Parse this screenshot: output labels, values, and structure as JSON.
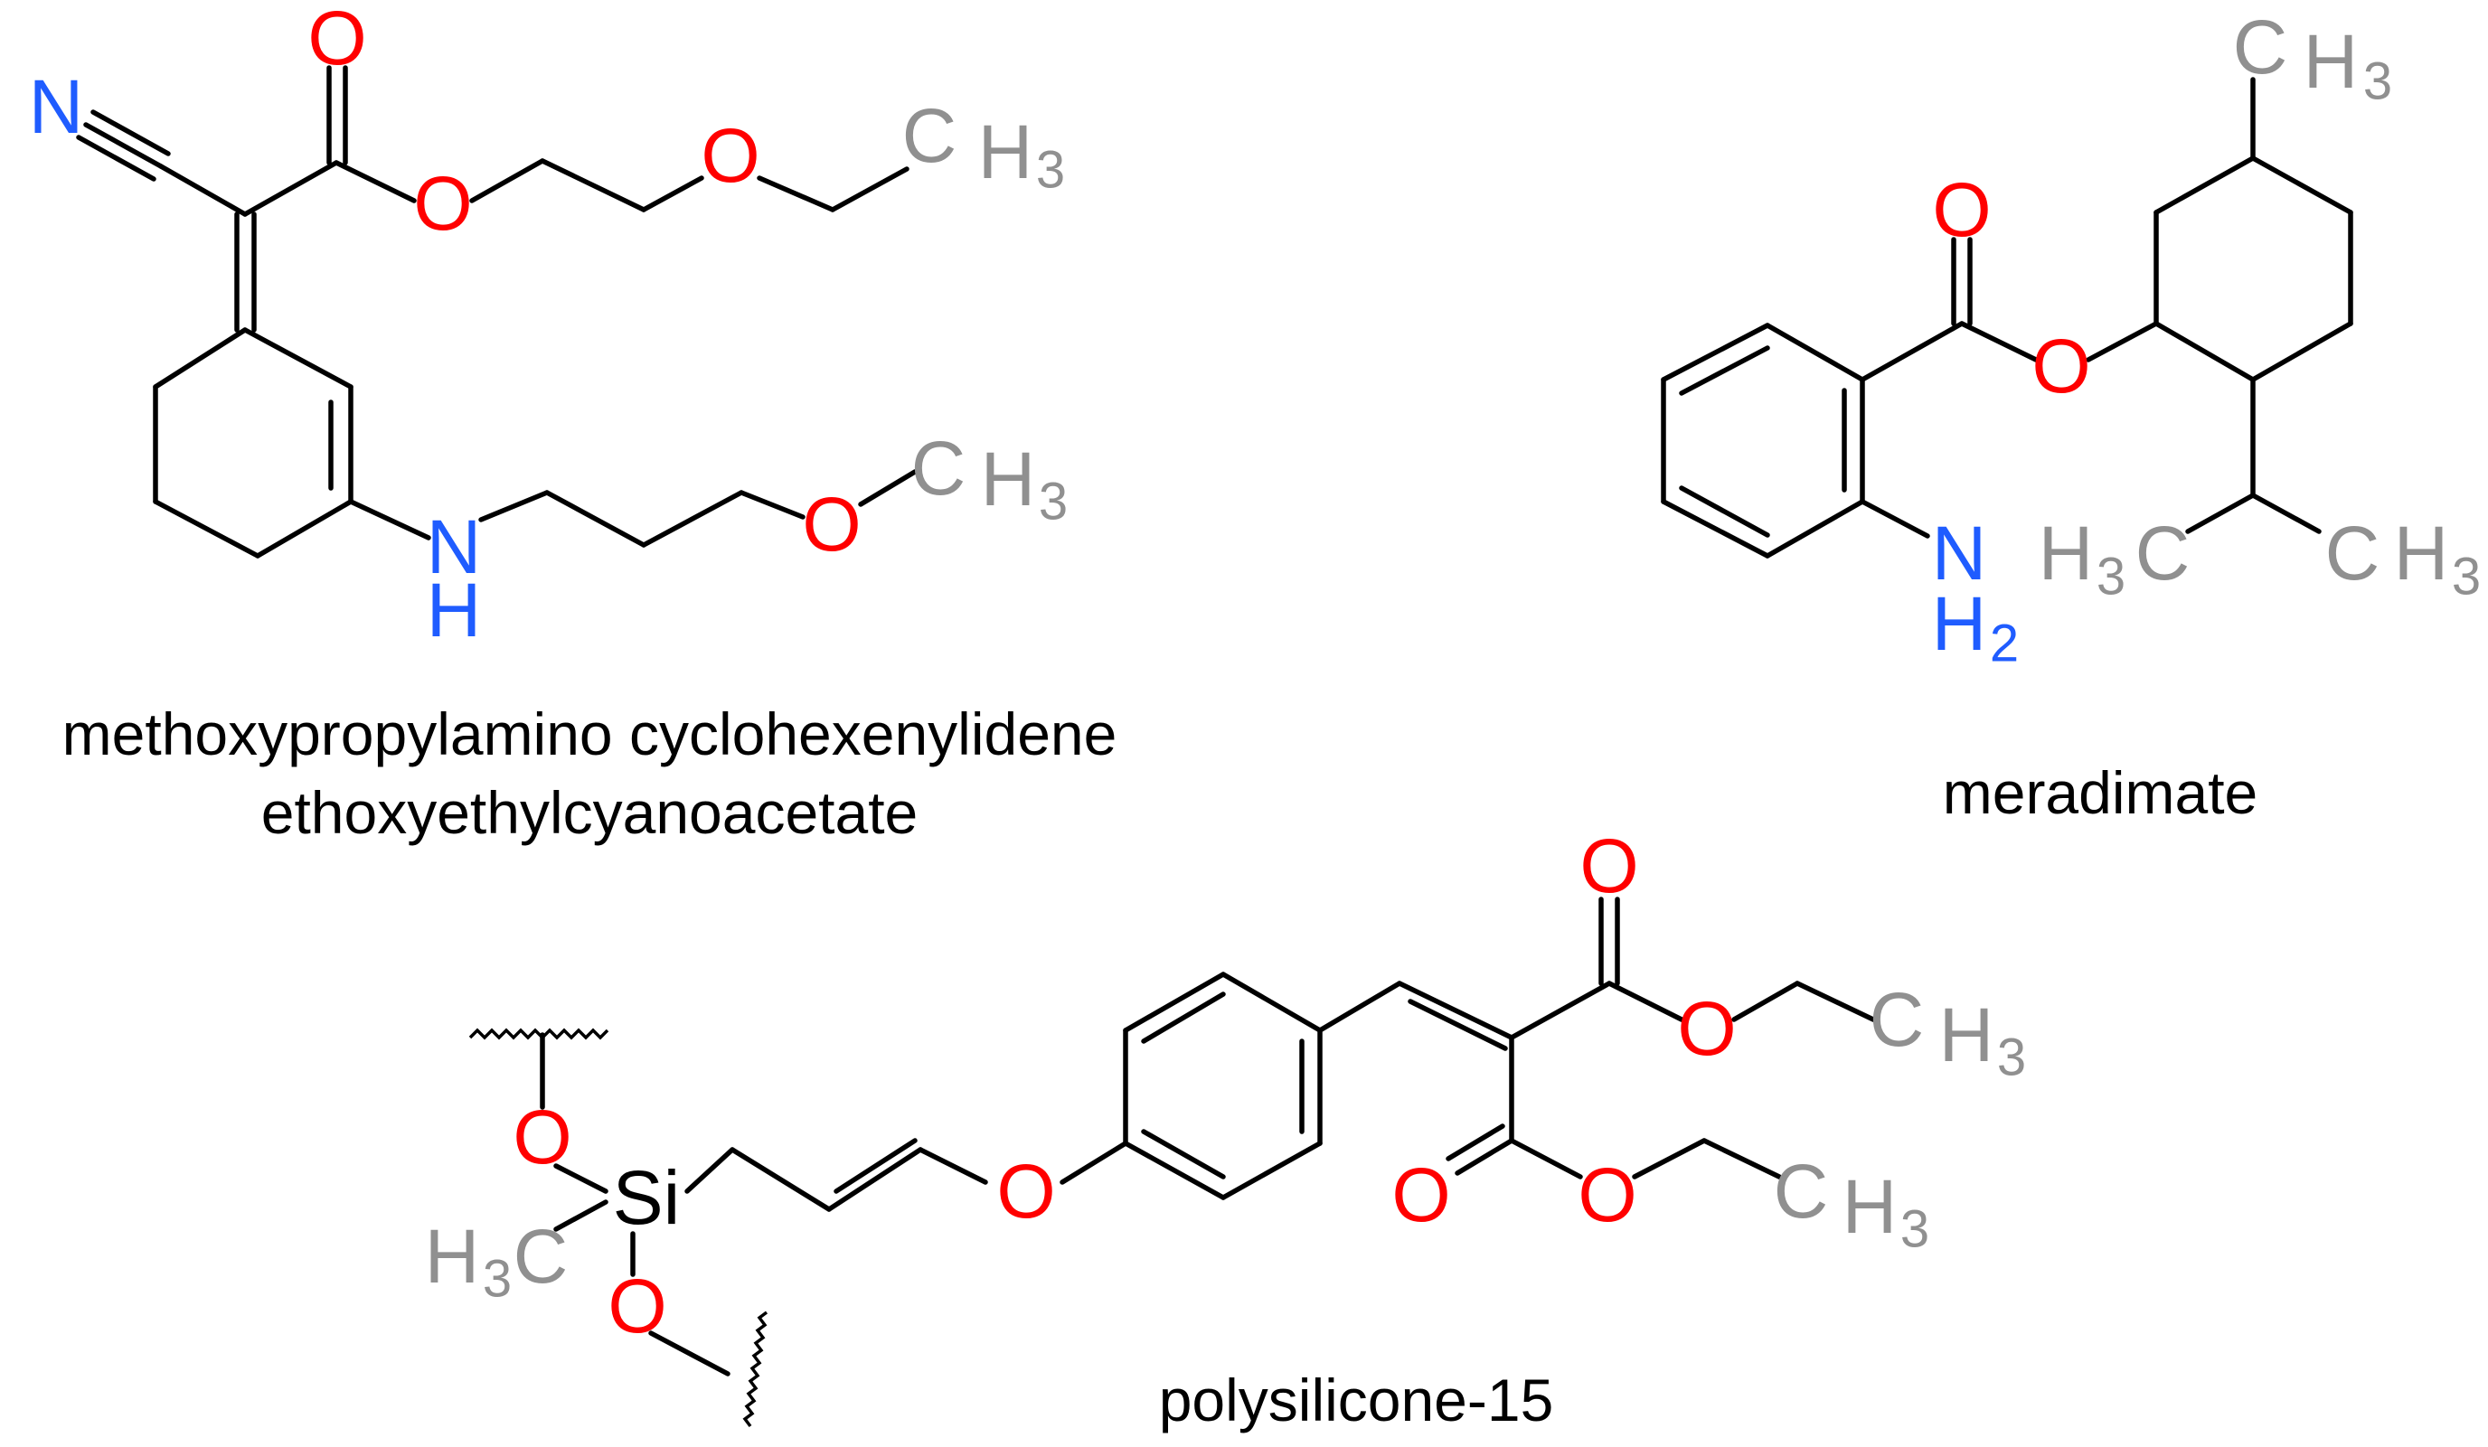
{
  "colors": {
    "oxygen": "#ff0000",
    "nitrogen": "#1f5cff",
    "carbon_label": "#909090",
    "bond": "#000000",
    "text": "#000000"
  },
  "atoms": {
    "N": "N",
    "O": "O",
    "C": "C",
    "H": "H",
    "H3": "3",
    "H2": "2",
    "Si": "Si"
  },
  "captions": {
    "mol1_line1": "methoxypropylamino cyclohexenylidene",
    "mol1_line2": "ethoxyethylcyanoacetate",
    "mol2": "meradimate",
    "mol3": "polysilicone-15"
  }
}
